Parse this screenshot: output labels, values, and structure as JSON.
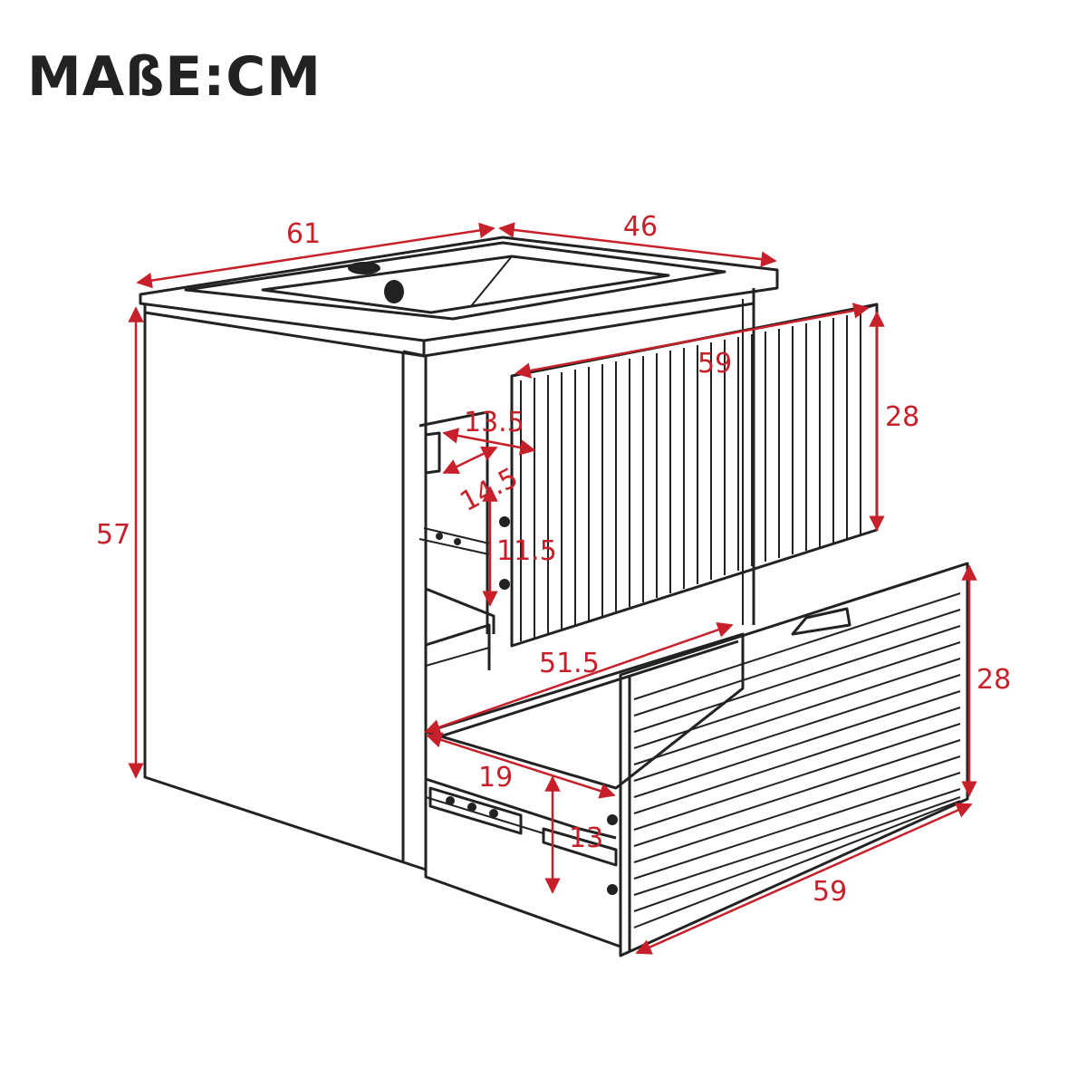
{
  "title": "MAßE:CM",
  "dimensions": {
    "top_width": "61",
    "top_depth": "46",
    "height": "57",
    "upper_drawer_width": "59",
    "upper_drawer_height": "28",
    "inner_upper_width": "13.5",
    "inner_upper_depth": "14.5",
    "inner_upper_height": "11.5",
    "lower_drawer_depth": "51.5",
    "lower_drawer_height": "28",
    "lower_drawer_width": "59",
    "inner_lower_depth": "19",
    "inner_lower_height": "13"
  },
  "colors": {
    "dimension": "#c8202a",
    "outline": "#222222",
    "background": "#ffffff"
  }
}
